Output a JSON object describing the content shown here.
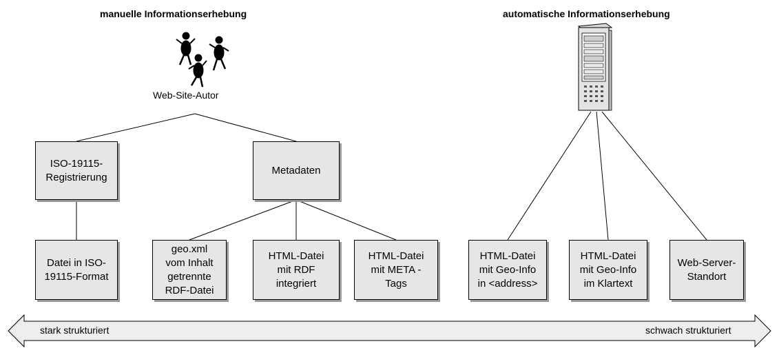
{
  "headings": {
    "manual": "manuelle Informationserhebung",
    "automatic": "automatische Informationserhebung"
  },
  "actors": {
    "author_label": "Web-Site-Autor"
  },
  "boxes": {
    "iso_registration": "ISO-19115-\nRegistrierung",
    "metadata": "Metadaten",
    "iso_file": "Datei in ISO-\n19115-Format",
    "geo_xml": "geo.xml\nvom Inhalt\ngetrennte\nRDF-Datei",
    "html_rdf": "HTML-Datei\nmit RDF\nintegriert",
    "html_meta": "HTML-Datei\nmit META -\nTags",
    "html_address": "HTML-Datei\nmit Geo-Info\nin <address>",
    "html_plaintext": "HTML-Datei\nmit Geo-Info\nim Klartext",
    "server_location": "Web-Server-\nStandort"
  },
  "scale": {
    "left_label": "stark strukturiert",
    "right_label": "schwach strukturiert"
  },
  "colors": {
    "box_fill": "#e6e6e6",
    "box_shadow": "#9a9a9a",
    "arrow_fill": "#eeeeee"
  }
}
